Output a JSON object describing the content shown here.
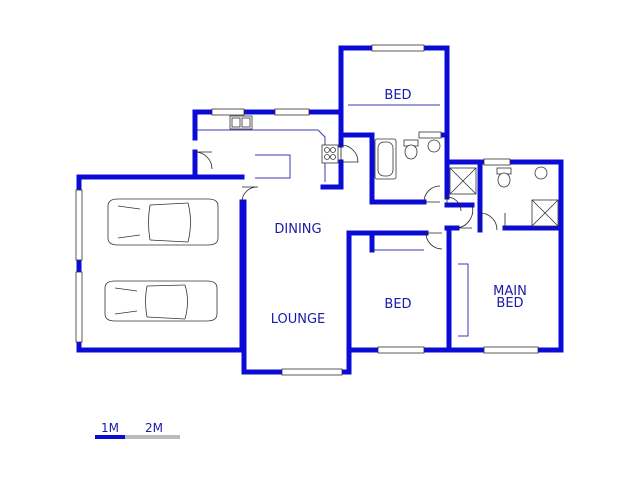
{
  "rooms": {
    "bed_top": "BED",
    "dining": "DINING",
    "lounge": "LOUNGE",
    "bed_bottom": "BED",
    "main_bed_line1": "MAIN",
    "main_bed_line2": "BED"
  },
  "scale": {
    "label_1": "1M",
    "label_2": "2M"
  },
  "colors": {
    "wall": "#0b0bd6",
    "label": "#1a1aa8",
    "scale_gray": "#bbbbbb"
  }
}
